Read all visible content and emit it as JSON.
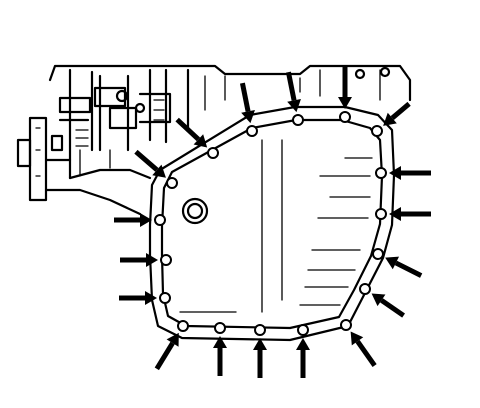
{
  "figure": {
    "subject_icon": "oil-pan-bolt-pattern",
    "ink_color": "#000000",
    "background_color": "#ffffff",
    "bolt_count": 18,
    "arrow_count": 18
  }
}
